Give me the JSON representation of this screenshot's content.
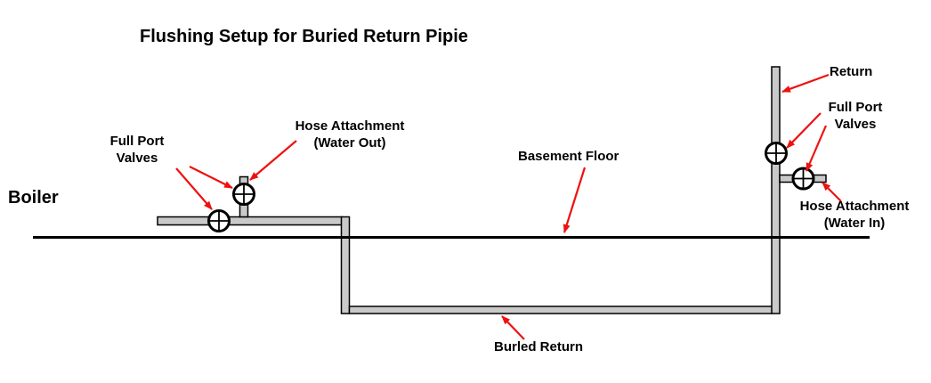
{
  "title": "Flushing Setup for Buried Return Pipie",
  "colors": {
    "background": "#ffffff",
    "arrow_red": "#ee1111",
    "pipe_fill": "#c9c9c9",
    "pipe_outline": "#000000",
    "floor_line": "#000000",
    "valve_outline": "#000000",
    "text": "#000000"
  },
  "labels": {
    "boiler": "Boiler",
    "full_port_valves_left": {
      "line1": "Full Port",
      "line2": "Valves"
    },
    "hose_attachment_out": {
      "line1": "Hose Attachment",
      "line2": "(Water Out)"
    },
    "basement_floor": "Basement Floor",
    "return_pipe": "Return",
    "full_port_valves_right": {
      "line1": "Full Port",
      "line2": "Valves"
    },
    "hose_attachment_in": {
      "line1": "Hose Attachment",
      "line2": "(Water In)"
    },
    "buried_return": "Burled Return"
  },
  "icons": {
    "valve": "full-port-valve-crosshair-icon",
    "arrow": "red-annotation-arrow-icon"
  }
}
